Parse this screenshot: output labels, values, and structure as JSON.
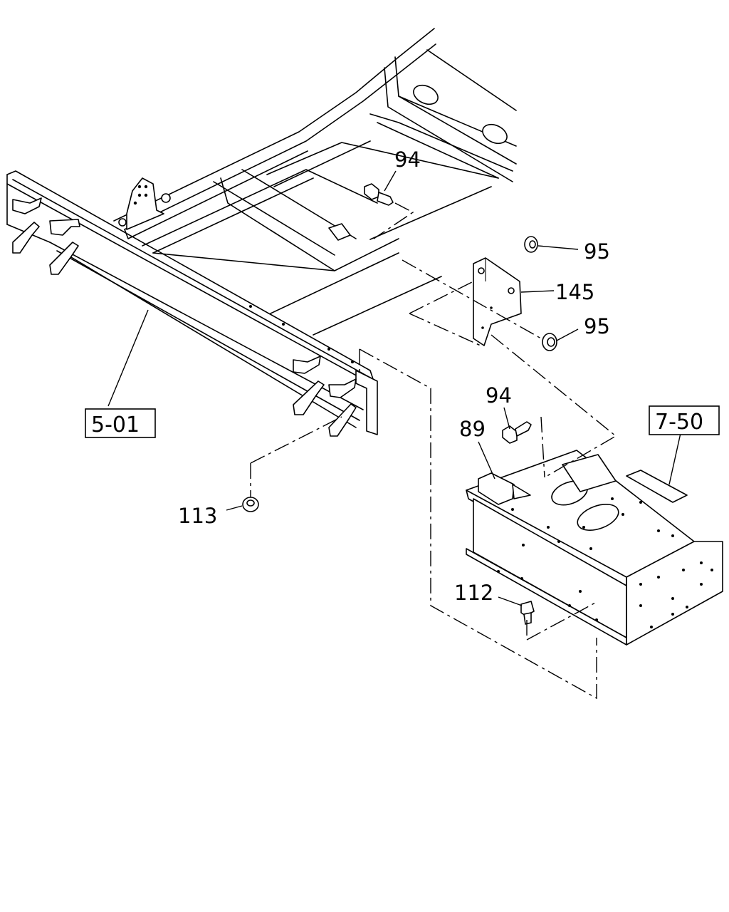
{
  "callouts": {
    "c94_top": "94",
    "c95_upper": "95",
    "c145": "145",
    "c95_lower": "95",
    "c94_mid": "94",
    "c89": "89",
    "c113": "113",
    "c112": "112"
  },
  "references": {
    "ref_5_01": "5-01",
    "ref_7_50": "7-50"
  }
}
